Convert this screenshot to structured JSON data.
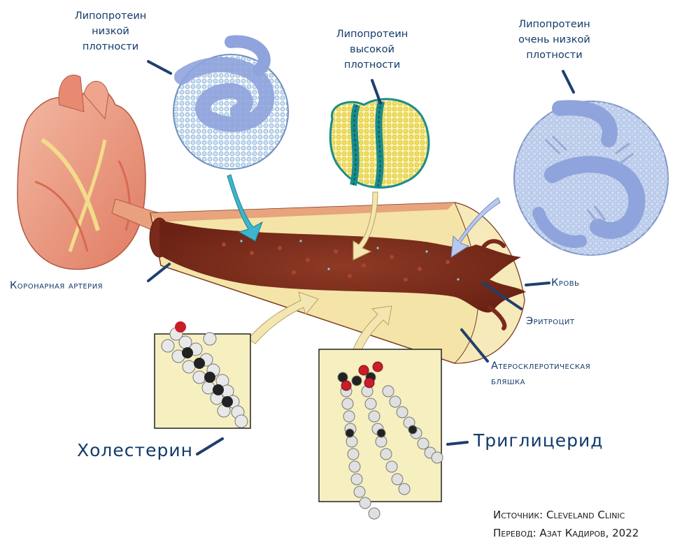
{
  "labels": {
    "ldl": [
      "Липопротеин",
      "низкой",
      "плотности"
    ],
    "hdl": [
      "Липопротеин",
      "высокой",
      "плотности"
    ],
    "vldl": [
      "Липопротеин",
      "очень низкой",
      "плотности"
    ],
    "coronary_artery": "Коронарная артерия",
    "blood": "Кровь",
    "erythrocyte": "Эритроцит",
    "plaque": [
      "Атеросклеротическая",
      "бляшка"
    ],
    "cholesterol": "Холестерин",
    "triglyceride": "Триглицерид"
  },
  "credits": {
    "source": "Источник: Cleveland Clinic",
    "translation": "Перевод: Азат Кадиров, 2022"
  },
  "colors": {
    "label_text": "#123a6b",
    "leader_line": "#1f3f6e",
    "blood": "#7a2a1c",
    "plaque": "#f3e3a6",
    "vessel_wall": "#e8a47c",
    "lipoprotein_blue": "#8fa3dd",
    "hdl_yellow": "#f0e070",
    "hdl_teal": "#1a8c8c",
    "arrow_cyan": "#3cb6cf",
    "arrow_cream": "#f4e6b0"
  }
}
